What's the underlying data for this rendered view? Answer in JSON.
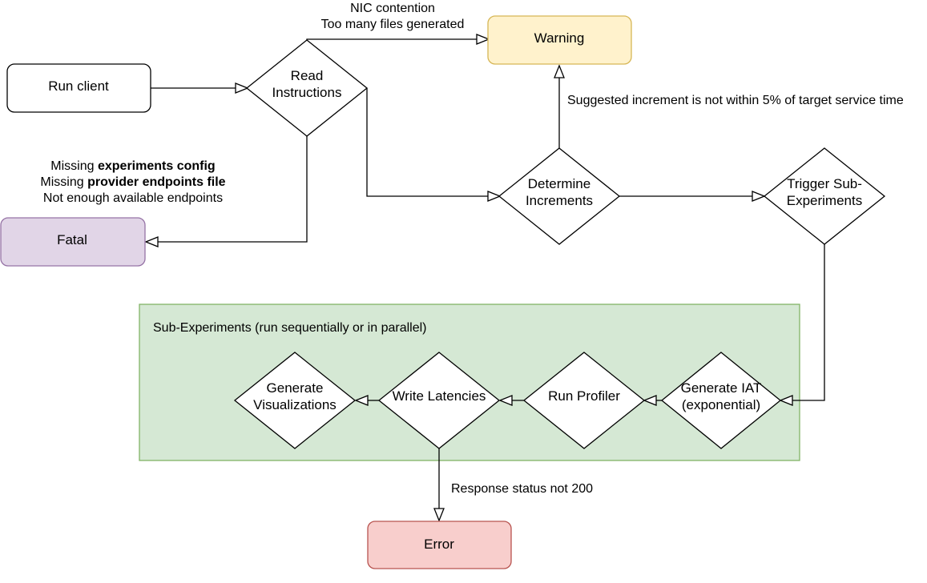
{
  "nodes": {
    "run_client": "Run client",
    "read_instructions": [
      "Read",
      "Instructions"
    ],
    "warning": "Warning",
    "fatal": "Fatal",
    "determine_increments": [
      "Determine",
      "Increments"
    ],
    "trigger_sub_experiments": [
      "Trigger Sub-",
      "Experiments"
    ],
    "generate_iat": [
      "Generate IAT",
      "(exponential)"
    ],
    "run_profiler": "Run Profiler",
    "write_latencies": "Write Latencies",
    "generate_visualizations": [
      "Generate",
      "Visualizations"
    ],
    "error": "Error"
  },
  "group": {
    "title": "Sub-Experiments (run sequentially or in parallel)"
  },
  "edge_labels": {
    "to_warning": [
      "NIC contention",
      "Too many files generated"
    ],
    "increment_warning": "Suggested increment is not within 5% of target service time",
    "fatal_reasons": [
      [
        {
          "t": "Missing ",
          "b": false
        },
        {
          "t": "experiments config",
          "b": true
        }
      ],
      [
        {
          "t": "Missing ",
          "b": false
        },
        {
          "t": "provider endpoints file",
          "b": true
        }
      ],
      [
        {
          "t": "Not enough available endpoints",
          "b": false
        }
      ]
    ],
    "error_reason": "Response status not 200"
  },
  "colors": {
    "warning_fill": "#fff2cc",
    "warning_stroke": "#d6b656",
    "fatal_fill": "#e1d5e7",
    "fatal_stroke": "#9673a6",
    "error_fill": "#f8cecc",
    "error_stroke": "#b85450",
    "group_fill": "#d5e8d4",
    "group_stroke": "#82b366"
  }
}
